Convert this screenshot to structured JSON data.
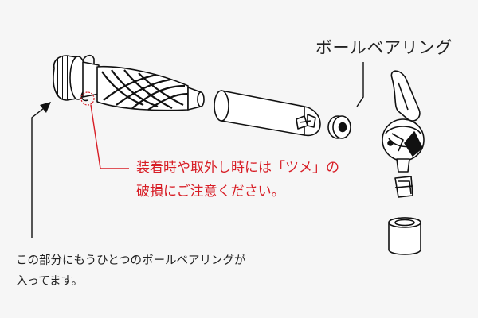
{
  "labels": {
    "bearing": "ボールベアリング",
    "warning_line1": "装着時や取外し時には「ツメ」の",
    "warning_line2": "破損にご注意ください。",
    "note_line1": "この部分にもうひとつのボールベアリングが",
    "note_line2": "入ってます。"
  },
  "colors": {
    "line": "#111111",
    "warning": "#d81e26",
    "background": "#f6f6f6",
    "fill": "#ffffff"
  }
}
